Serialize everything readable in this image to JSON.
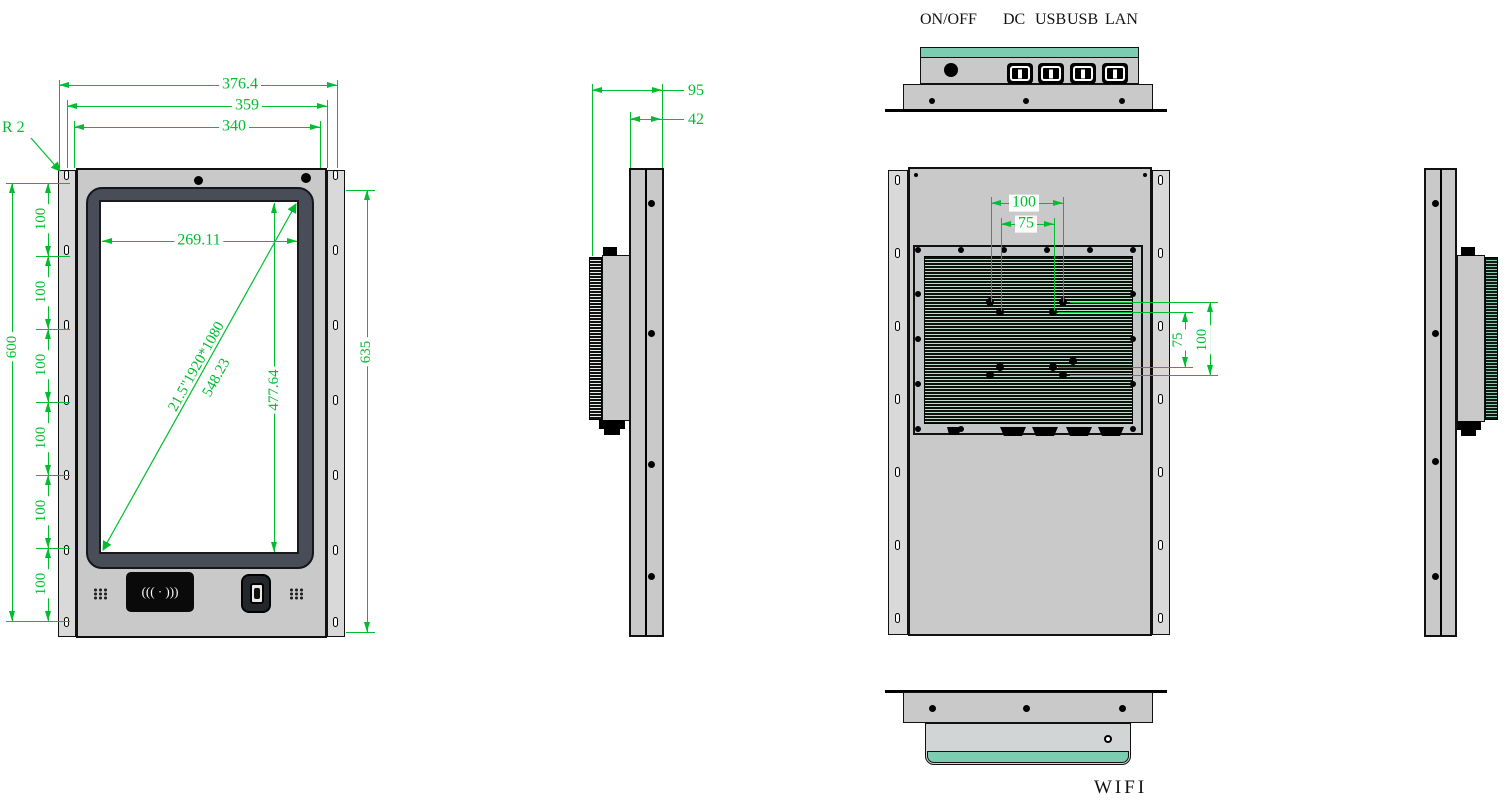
{
  "front": {
    "radius_label": "R 2",
    "dim_width_outer": "376.4",
    "dim_width_mid": "359",
    "dim_width_inner": "340",
    "dim_left_total": "600",
    "dim_left_segments": [
      "100",
      "100",
      "100",
      "100",
      "100",
      "100"
    ],
    "dim_right_height": "635",
    "dim_screen_width": "269.11",
    "dim_screen_height": "477.64",
    "diag_size_label": "21.5\"1920*1080",
    "diag_value": "548.23",
    "nfc_glyph": "((( · )))"
  },
  "side": {
    "dim_total_depth": "95",
    "dim_panel_depth": "42"
  },
  "top": {
    "port_labels": [
      "ON/OFF",
      "DC",
      "USB",
      "USB",
      "LAN"
    ]
  },
  "back": {
    "dim_hole_h_outer": "100",
    "dim_hole_h_inner": "75",
    "dim_hole_v_inner": "75",
    "dim_hole_v_outer": "100"
  },
  "bottom": {
    "wifi_label": "WIFI"
  },
  "colors": {
    "dimension_green": "#00bd2f",
    "teal_accent": "#7dcbb0",
    "body_gray": "#c9c9c9",
    "bezel_dark": "#494d57",
    "heatsink_dark": "#0b120d"
  }
}
